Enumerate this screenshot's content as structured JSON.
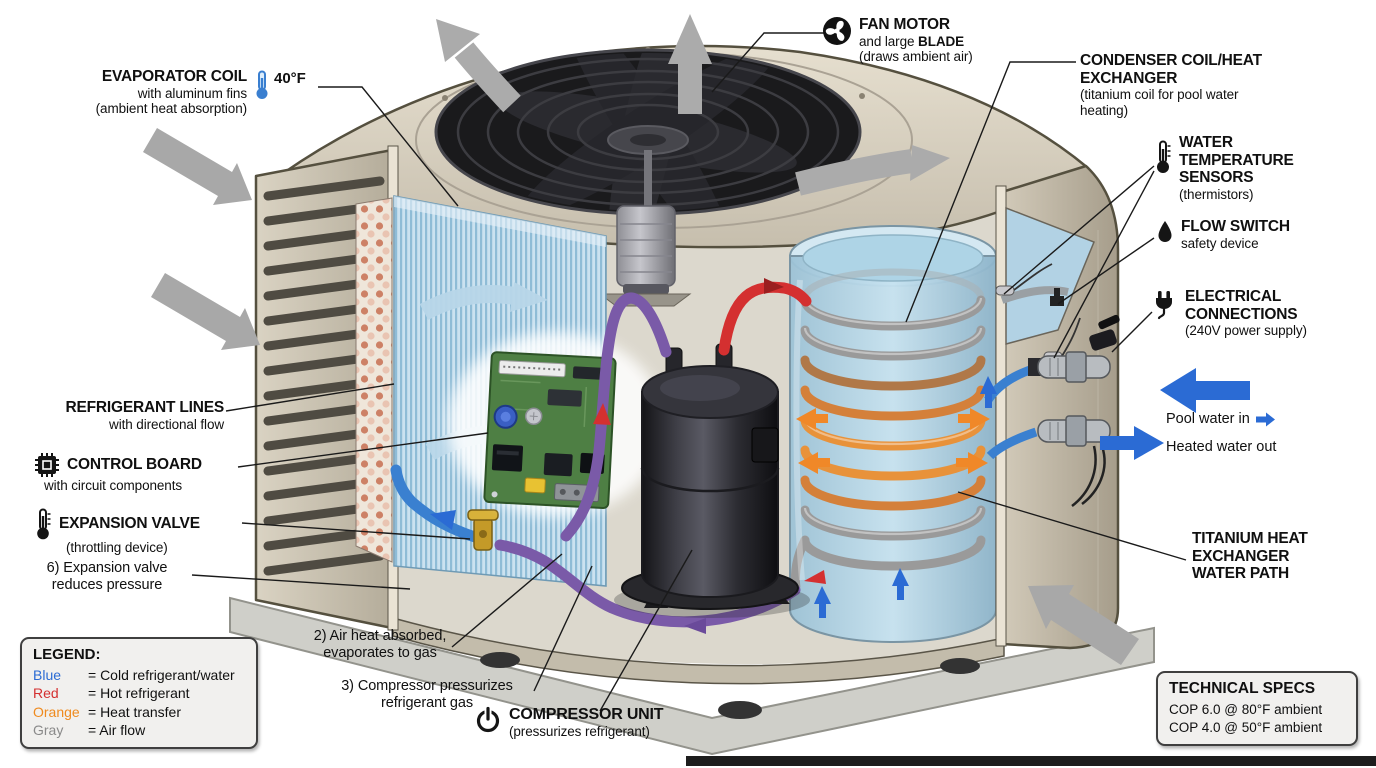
{
  "diagram": {
    "callouts": {
      "evaporator_coil": {
        "title": "EVAPORATOR COIL",
        "sub1": "with aluminum fins",
        "sub2": "(ambient heat absorption)"
      },
      "temp_reading": "40°F",
      "fan_motor": {
        "title": "FAN MOTOR",
        "sub1a": "and large ",
        "sub1b": "BLADE",
        "sub2": "(draws ambient air)"
      },
      "condenser": {
        "title": "CONDENSER COIL/HEAT EXCHANGER",
        "sub": "(titanium coil for pool water heating)"
      },
      "water_sensors": {
        "title": "WATER TEMPERATURE SENSORS",
        "sub": "(thermistors)"
      },
      "flow_switch": {
        "title": "FLOW SWITCH",
        "sub": "safety device"
      },
      "electrical": {
        "title": "ELECTRICAL CONNECTIONS",
        "sub": "(240V power supply)"
      },
      "pool_water_in": "Pool water in",
      "heated_water_out": "Heated water out",
      "titanium_path": "TITANIUM HEAT EXCHANGER WATER PATH",
      "refrigerant_lines": {
        "title": "REFRIGERANT LINES",
        "sub": "with directional flow"
      },
      "control_board": {
        "title": "CONTROL BOARD",
        "sub": "with circuit components"
      },
      "expansion_valve": {
        "title": "EXPANSION VALVE",
        "sub": "(throttling device)"
      },
      "compressor": {
        "title": "COMPRESSOR UNIT",
        "sub": "(pressurizes refrigerant)"
      }
    },
    "steps": {
      "step2": {
        "line1": "2) Air heat absorbed,",
        "line2": "evaporates to gas"
      },
      "step3": {
        "line1": "3) Compressor pressurizes",
        "line2": "refrigerant gas"
      },
      "step6": {
        "line1": "6) Expansion valve",
        "line2": "reduces pressure"
      }
    },
    "legend": {
      "title": "LEGEND:",
      "items": [
        {
          "term": "Blue",
          "definition": "= Cold refrigerant/water",
          "color": "#2b6bd4"
        },
        {
          "term": "Red",
          "definition": "= Hot refrigerant",
          "color": "#d43030"
        },
        {
          "term": "Orange",
          "definition": "= Heat transfer",
          "color": "#ef8a1e"
        },
        {
          "term": "Gray",
          "definition": "= Air flow",
          "color": "#8a8a8a"
        }
      ]
    },
    "specs": {
      "title": "TECHNICAL SPECS",
      "line1": "COP 6.0 @ 80°F ambient",
      "line2": "COP 4.0 @ 50°F ambient"
    }
  }
}
